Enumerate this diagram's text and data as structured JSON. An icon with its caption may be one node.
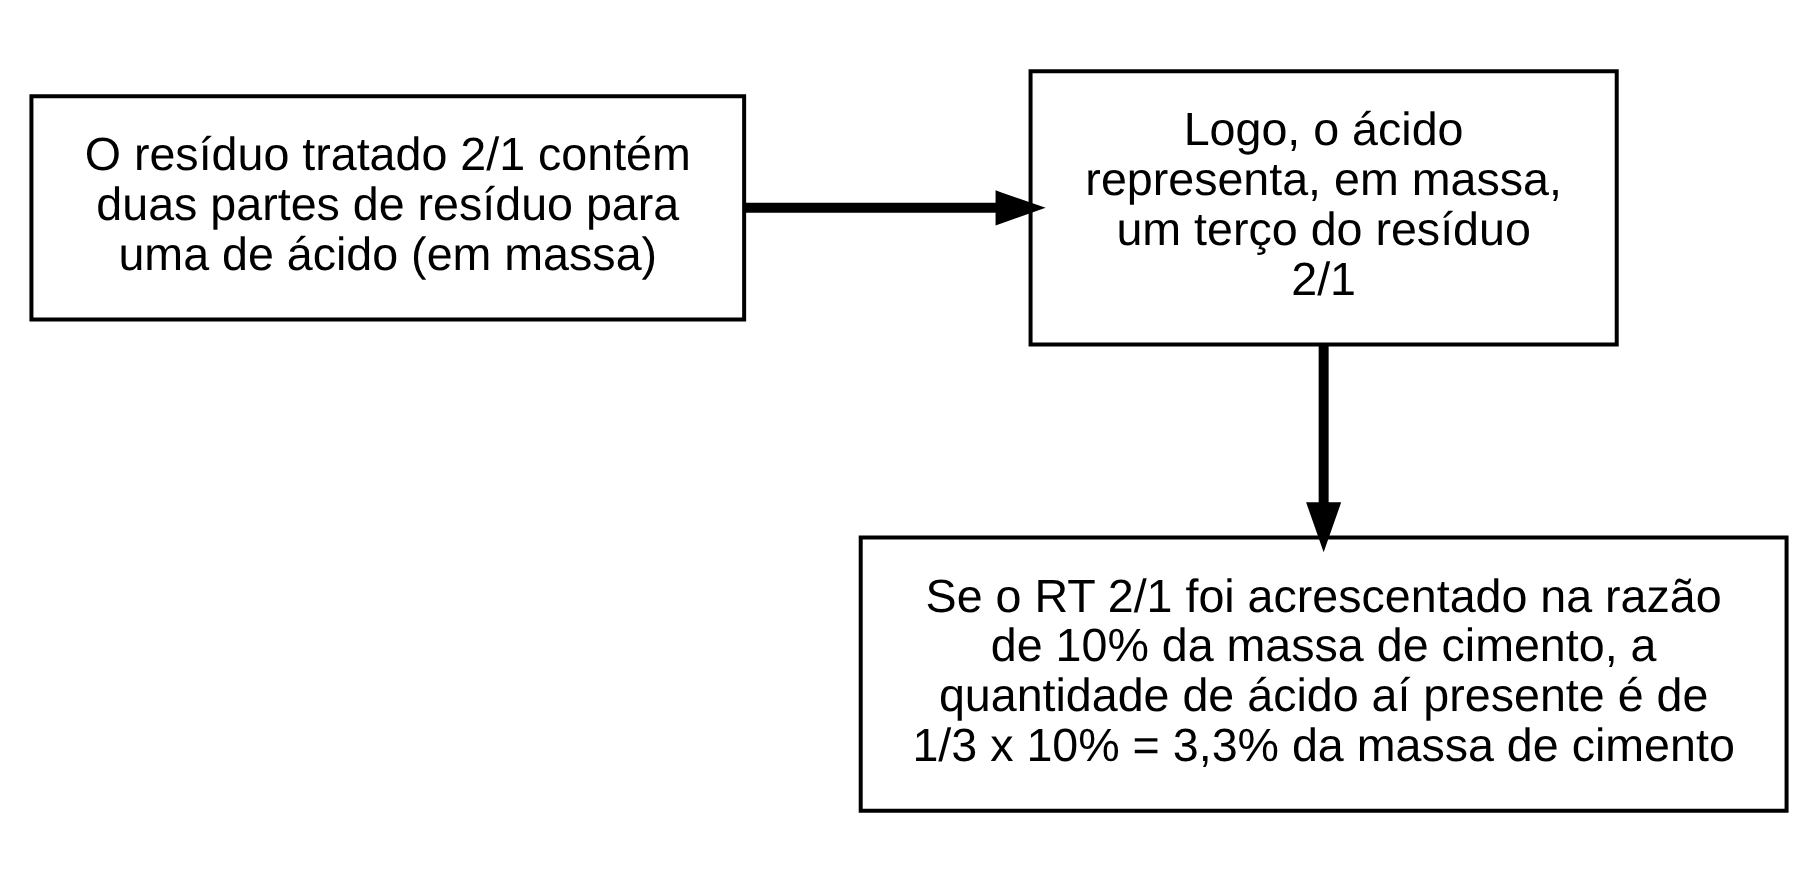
{
  "diagram": {
    "nodes": [
      {
        "text": [
          "O resíduo tratado 2/1 contém duas partes de resíduo para uma de ácido (em massa)"
        ]
      },
      {
        "text": [
          "Logo, o ácido representa, em massa, um terço do resíduo 2/1"
        ]
      },
      {
        "text": [
          "Se o RT 2/1 foi acrescentado na razão de 10% da massa de cimento, a quantidade de ácido aí presente é de 1/3 x 10% = 3,3% da massa de cimento"
        ]
      }
    ],
    "edges": [
      {
        "from": 0,
        "to": 1,
        "arrow": "to"
      },
      {
        "from": 1,
        "to": 2,
        "arrow": "to"
      }
    ]
  }
}
